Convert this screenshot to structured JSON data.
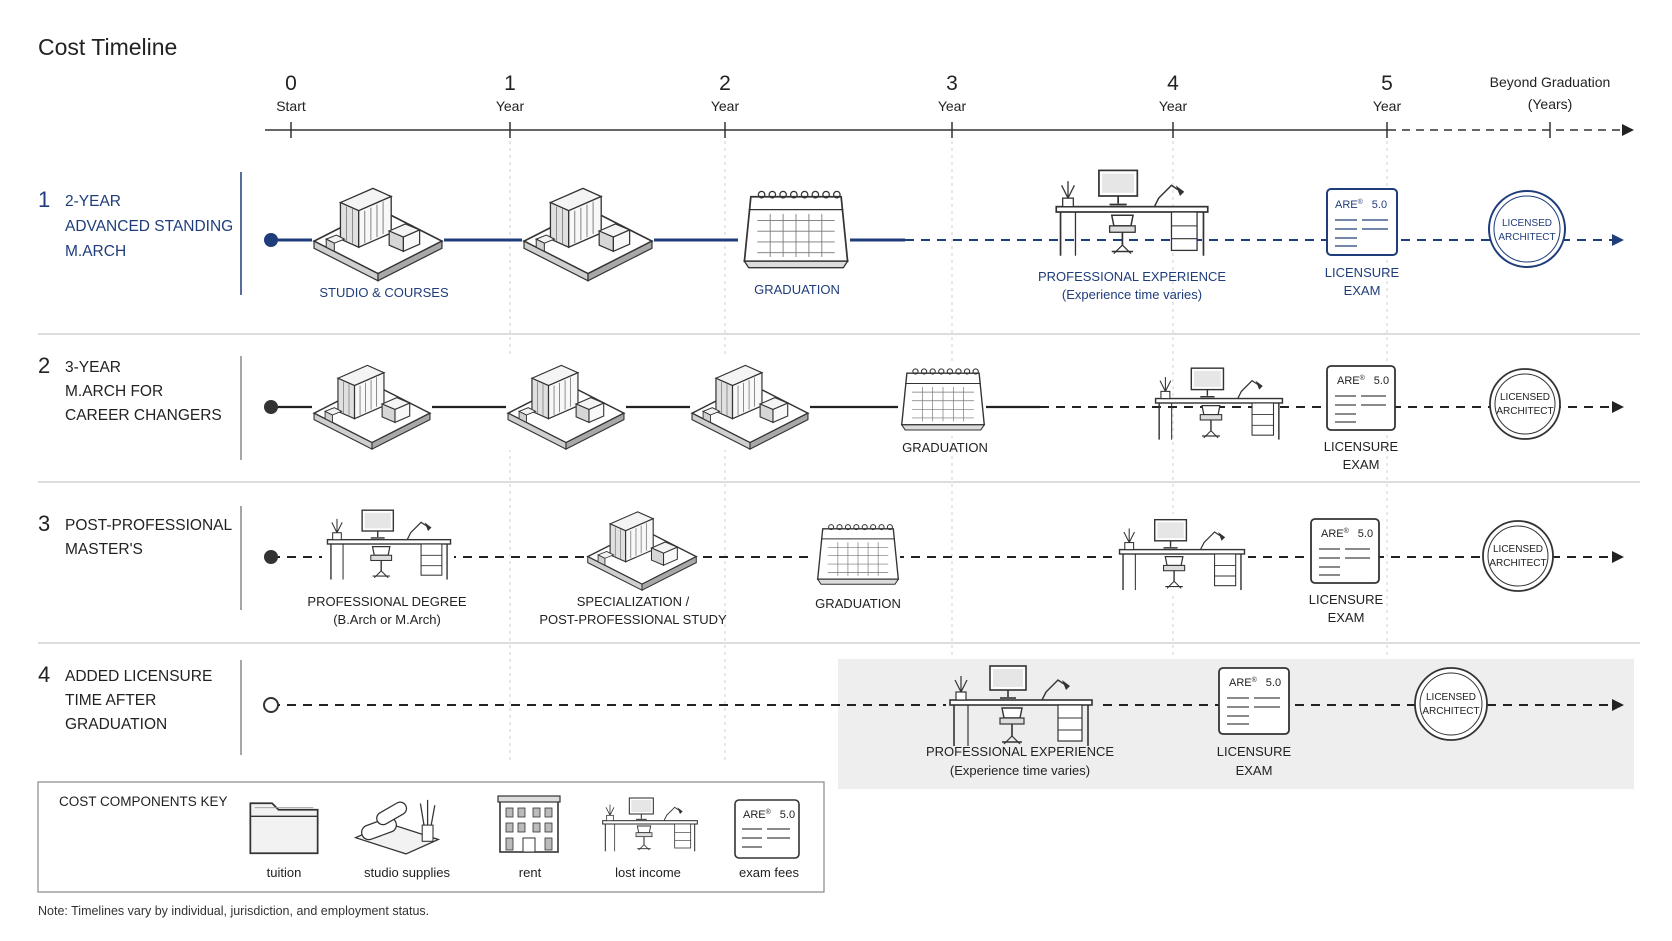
{
  "title": "Cost Timeline",
  "colors": {
    "accent": "#1f3d7a",
    "ink": "#222222",
    "rule": "#bdbdbd",
    "shade": "#eeeeee"
  },
  "axis": {
    "ticks": [
      {
        "num": "0",
        "label": "Start"
      },
      {
        "num": "1",
        "label": "Year"
      },
      {
        "num": "2",
        "label": "Year"
      },
      {
        "num": "3",
        "label": "Year"
      },
      {
        "num": "4",
        "label": "Year"
      },
      {
        "num": "5",
        "label": "Year"
      }
    ],
    "beyond": {
      "line1": "Beyond Graduation",
      "line2": "(Years)"
    }
  },
  "tracks": [
    {
      "number": "1",
      "label_lines": [
        "2-YEAR",
        "ADVANCED STANDING",
        "M.ARCH"
      ],
      "labels": {
        "studio": "STUDIO & COURSES",
        "graduation": "GRADUATION",
        "experience1": "PROFESSIONAL EXPERIENCE",
        "experience2": "(Experience time varies)",
        "exam1": "LICENSURE",
        "exam2": "EXAM"
      }
    },
    {
      "number": "2",
      "label_lines": [
        "3-YEAR",
        "M.ARCH FOR",
        "CAREER CHANGERS"
      ],
      "labels": {
        "graduation": "GRADUATION",
        "exam1": "LICENSURE",
        "exam2": "EXAM"
      }
    },
    {
      "number": "3",
      "label_lines": [
        "POST-PROFESSIONAL",
        "MASTER'S"
      ],
      "labels": {
        "degree1": "PROFESSIONAL DEGREE",
        "degree2": "(B.Arch or M.Arch)",
        "spec1": "SPECIALIZATION /",
        "spec2": "POST-PROFESSIONAL STUDY",
        "graduation": "GRADUATION",
        "exam1": "LICENSURE",
        "exam2": "EXAM"
      }
    },
    {
      "number": "4",
      "label_lines": [
        "ADDED LICENSURE",
        "TIME AFTER",
        "GRADUATION"
      ],
      "labels": {
        "experience1": "PROFESSIONAL EXPERIENCE",
        "experience2": "(Experience time varies)",
        "exam1": "LICENSURE",
        "exam2": "EXAM"
      }
    }
  ],
  "seal": {
    "line1": "LICENSED",
    "line2": "ARCHITECT"
  },
  "exam_card": {
    "are": "ARE",
    "reg": "®",
    "ver": "5.0"
  },
  "key": {
    "title": "COST COMPONENTS KEY",
    "items": [
      {
        "icon": "folder-icon",
        "label": "tuition"
      },
      {
        "icon": "studio-supplies-icon",
        "label": "studio supplies"
      },
      {
        "icon": "building-icon",
        "label": "rent"
      },
      {
        "icon": "desk-icon",
        "label": "lost income"
      },
      {
        "icon": "exam-card-icon",
        "label": "exam fees"
      }
    ]
  },
  "note": "Note: Timelines vary by individual, jurisdiction, and employment status."
}
